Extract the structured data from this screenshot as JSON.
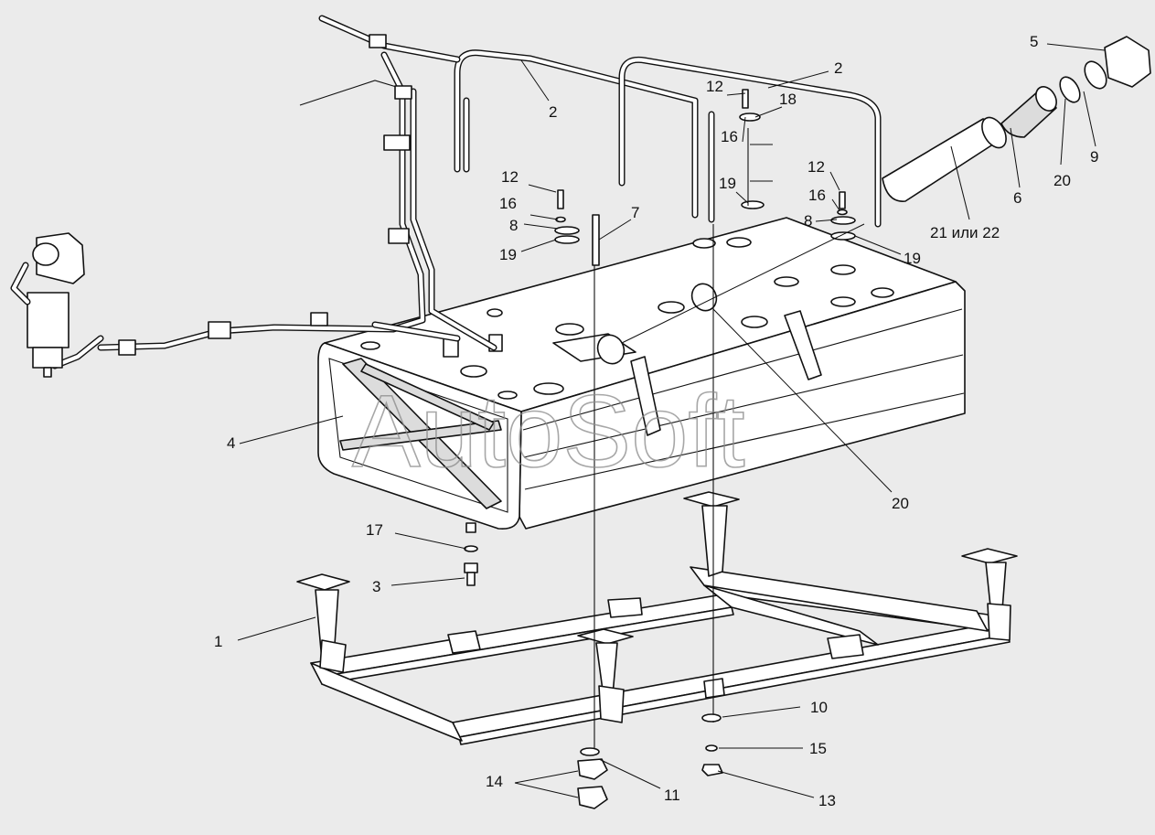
{
  "watermark": "AutoSoft",
  "callouts": {
    "c1": "1",
    "c2a": "2",
    "c2b": "2",
    "c3": "3",
    "c4": "4",
    "c5": "5",
    "c6": "6",
    "c7": "7",
    "c8a": "8",
    "c8b": "8",
    "c9": "9",
    "c10": "10",
    "c11": "11",
    "c12a": "12",
    "c12b": "12",
    "c12c": "12",
    "c13": "13",
    "c14": "14",
    "c15": "15",
    "c16a": "16",
    "c16b": "16",
    "c16c": "16",
    "c17": "17",
    "c18": "18",
    "c19a": "19",
    "c19b": "19",
    "c19c": "19",
    "c20a": "20",
    "c20b": "20",
    "c21": "21 или 22"
  },
  "colors": {
    "background": "#ebebeb",
    "line": "#111111",
    "watermark": "#8a8a8a"
  }
}
